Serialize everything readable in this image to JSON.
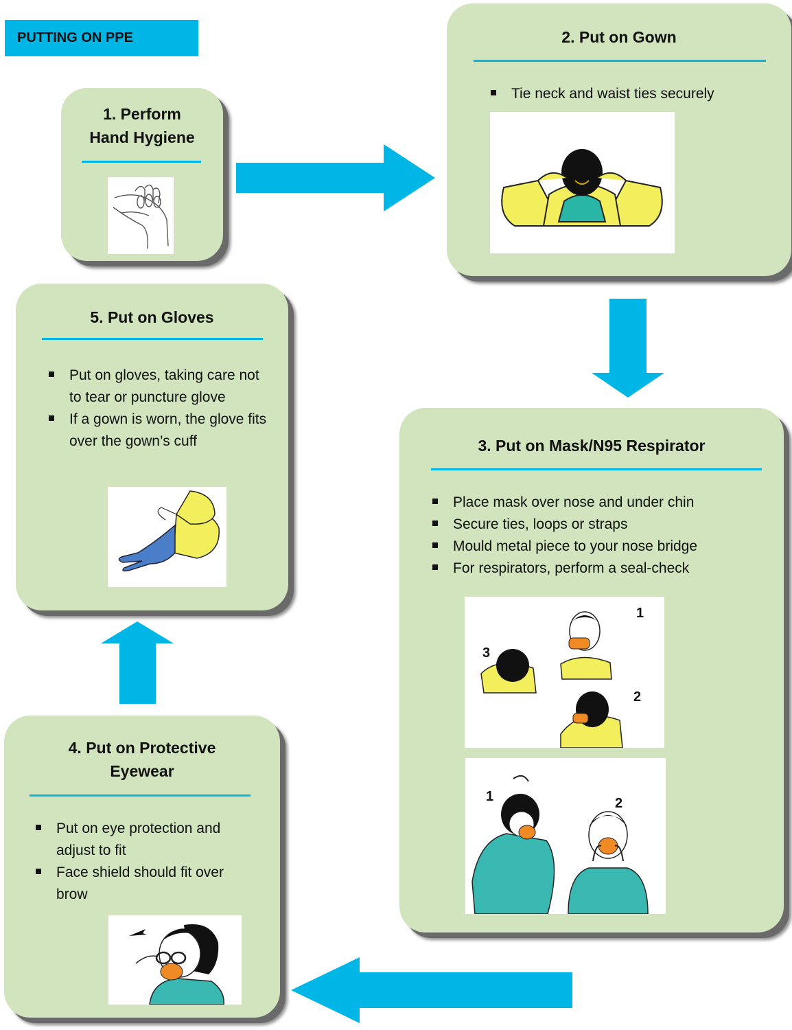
{
  "header": {
    "title": "PUTTING ON PPE"
  },
  "steps": {
    "s1": {
      "title": "1.  Perform Hand Hygiene",
      "title_line1": "1.  Perform",
      "title_line2": "Hand Hygiene",
      "image": "hand-washing-illustration"
    },
    "s2": {
      "title": "2.  Put on Gown",
      "points": [
        "Tie neck and waist ties securely"
      ],
      "image": "gown-tie-illustration"
    },
    "s3": {
      "title": "3.  Put on Mask/N95 Respirator",
      "points": [
        "Place mask over nose and under chin",
        "Secure ties, loops or straps",
        "Mould metal piece to your nose bridge",
        "For respirators, perform a seal-check"
      ],
      "image_a": {
        "name": "mask-tie-illustration",
        "labels": [
          "1",
          "2",
          "3"
        ]
      },
      "image_b": {
        "name": "respirator-seal-check-illustration",
        "labels": [
          "1",
          "2"
        ]
      }
    },
    "s4": {
      "title_line1": "4.  Put on Protective",
      "title_line2": "Eyewear",
      "points": [
        "Put on eye protection and adjust to fit",
        "Face shield should fit over brow"
      ],
      "image": "eyewear-illustration"
    },
    "s5": {
      "title": "5.  Put on Gloves",
      "points": [
        "Put on gloves, taking care not to tear or puncture glove",
        "If a gown is worn, the glove fits over the gown’s cuff"
      ],
      "image": "gloves-illustration"
    }
  },
  "colors": {
    "accent": "#00b6e6",
    "card": "#d1e4bd",
    "shadow": "#6a6a6a"
  },
  "arrows": [
    "right",
    "down",
    "left",
    "up"
  ]
}
